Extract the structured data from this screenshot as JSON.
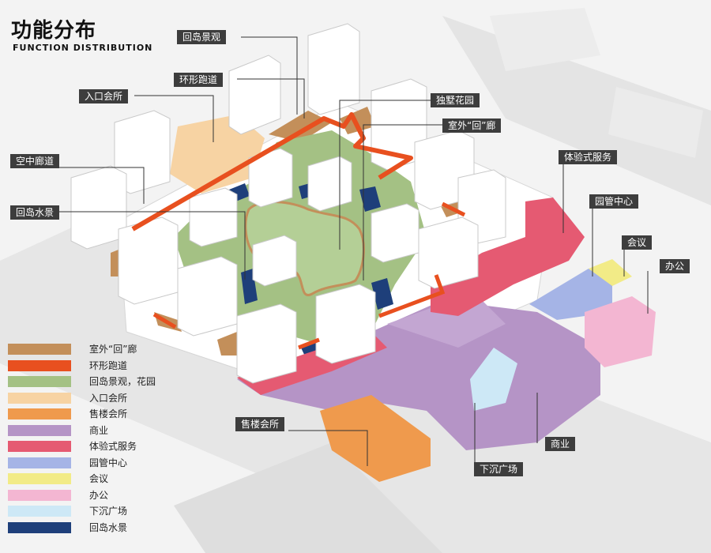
{
  "title": {
    "cn": "功能分布",
    "en": "FUNCTION DISTRIBUTION"
  },
  "callouts": {
    "island_landscape": "回岛景观",
    "loop_track": "环形跑道",
    "entry_club": "入口会所",
    "villa_garden": "独墅花园",
    "outdoor_corridor": "室外“回”廊",
    "sky_corridor": "空中廊道",
    "island_water": "回岛水景",
    "experience_service": "体验式服务",
    "park_center": "园管中心",
    "meeting": "会议",
    "office": "办公",
    "sales_club": "售楼会所",
    "commercial": "商业",
    "sunken_plaza": "下沉广场"
  },
  "legend": [
    {
      "label": "室外“回”廊",
      "color": "#c38f5a"
    },
    {
      "label": "环形跑道",
      "color": "#e8501f"
    },
    {
      "label": "回岛景观，花园",
      "color": "#a4c184"
    },
    {
      "label": "入口会所",
      "color": "#f7d3a3"
    },
    {
      "label": "售楼会所",
      "color": "#ef9a4d"
    },
    {
      "label": "商业",
      "color": "#b594c6"
    },
    {
      "label": "体验式服务",
      "color": "#e55a72"
    },
    {
      "label": "园管中心",
      "color": "#a5b4e6"
    },
    {
      "label": "会议",
      "color": "#f2eb87"
    },
    {
      "label": "办公",
      "color": "#f3b6d2"
    },
    {
      "label": "下沉广场",
      "color": "#cde8f6"
    },
    {
      "label": "回岛水景",
      "color": "#1e3f7a"
    }
  ]
}
